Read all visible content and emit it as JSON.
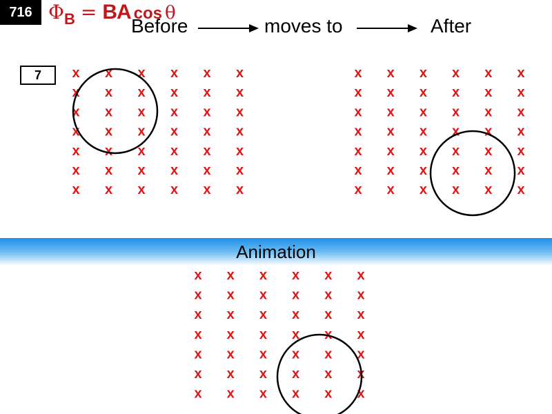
{
  "header": {
    "badge": "716",
    "formula": {
      "phi": "Φ",
      "sub": "B",
      "eq": "=",
      "ba": "BA",
      "cos": "cos",
      "theta": "θ"
    }
  },
  "sequence": {
    "before": "Before",
    "middle": "moves to",
    "after": "After"
  },
  "frame_label": "7",
  "band_label": "Animation",
  "field_symbol": "x",
  "field_grid": {
    "rows": 7,
    "cols": 6
  },
  "colors": {
    "field": "#e01515",
    "badge": "#000000",
    "formula": "#c0171d",
    "band": "#1e8fe6"
  },
  "loop_states": [
    "before",
    "after",
    "animation"
  ]
}
